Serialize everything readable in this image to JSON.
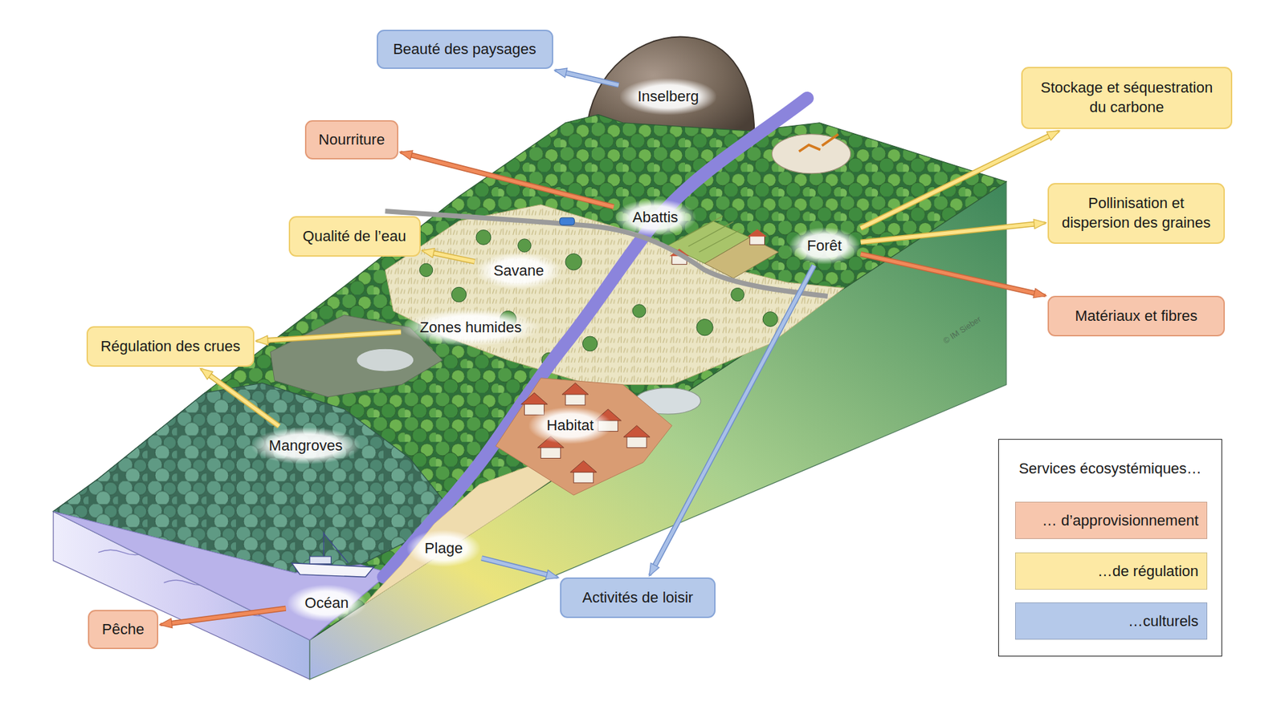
{
  "diagram": {
    "nodes": [
      {
        "text": [
          "Beauté des paysages"
        ]
      },
      {
        "text": [
          "Inselberg"
        ]
      },
      {
        "text": [
          "Stockage et séquestration du carbone"
        ]
      },
      {
        "text": [
          "Nourriture"
        ]
      },
      {
        "text": [
          "Abattis"
        ]
      },
      {
        "text": [
          "Forêt"
        ]
      },
      {
        "text": [
          "Pollinisation et dispersion des graines"
        ]
      },
      {
        "text": [
          "Qualité de l’eau"
        ]
      },
      {
        "text": [
          "Savane"
        ]
      },
      {
        "text": [
          "Matériaux et fibres"
        ]
      },
      {
        "text": [
          "Zones humides"
        ]
      },
      {
        "text": [
          "Régulation des crues"
        ]
      },
      {
        "text": [
          "Habitat"
        ]
      },
      {
        "text": [
          "Mangroves"
        ]
      },
      {
        "text": [
          "Plage"
        ]
      },
      {
        "text": [
          "Activités de loisir"
        ]
      },
      {
        "text": [
          "Océan"
        ]
      },
      {
        "text": [
          "Pêche"
        ]
      }
    ],
    "edges": [
      {
        "from": 1,
        "to": 0,
        "arrow": "to"
      },
      {
        "from": 4,
        "to": 3,
        "arrow": "to"
      },
      {
        "from": 5,
        "to": 2,
        "arrow": "to"
      },
      {
        "from": 5,
        "to": 6,
        "arrow": "to"
      },
      {
        "from": 8,
        "to": 7,
        "arrow": "to"
      },
      {
        "from": 5,
        "to": 9,
        "arrow": "to"
      },
      {
        "from": 10,
        "to": 11,
        "arrow": "to"
      },
      {
        "from": 13,
        "to": 11,
        "arrow": "to"
      },
      {
        "from": 5,
        "to": 15,
        "arrow": "to"
      },
      {
        "from": 14,
        "to": 15,
        "arrow": "to"
      },
      {
        "from": 16,
        "to": 17,
        "arrow": "to"
      }
    ],
    "labels": [
      "Services écosystémiques…",
      "© IM Sieber"
    ],
    "legend": [
      {
        "text": "… d’approvisionnement",
        "color": "#f7c6ad"
      },
      {
        "text": "…de régulation",
        "color": "#fde9a4"
      },
      {
        "text": "…culturels",
        "color": "#b5c9ea"
      }
    ]
  }
}
